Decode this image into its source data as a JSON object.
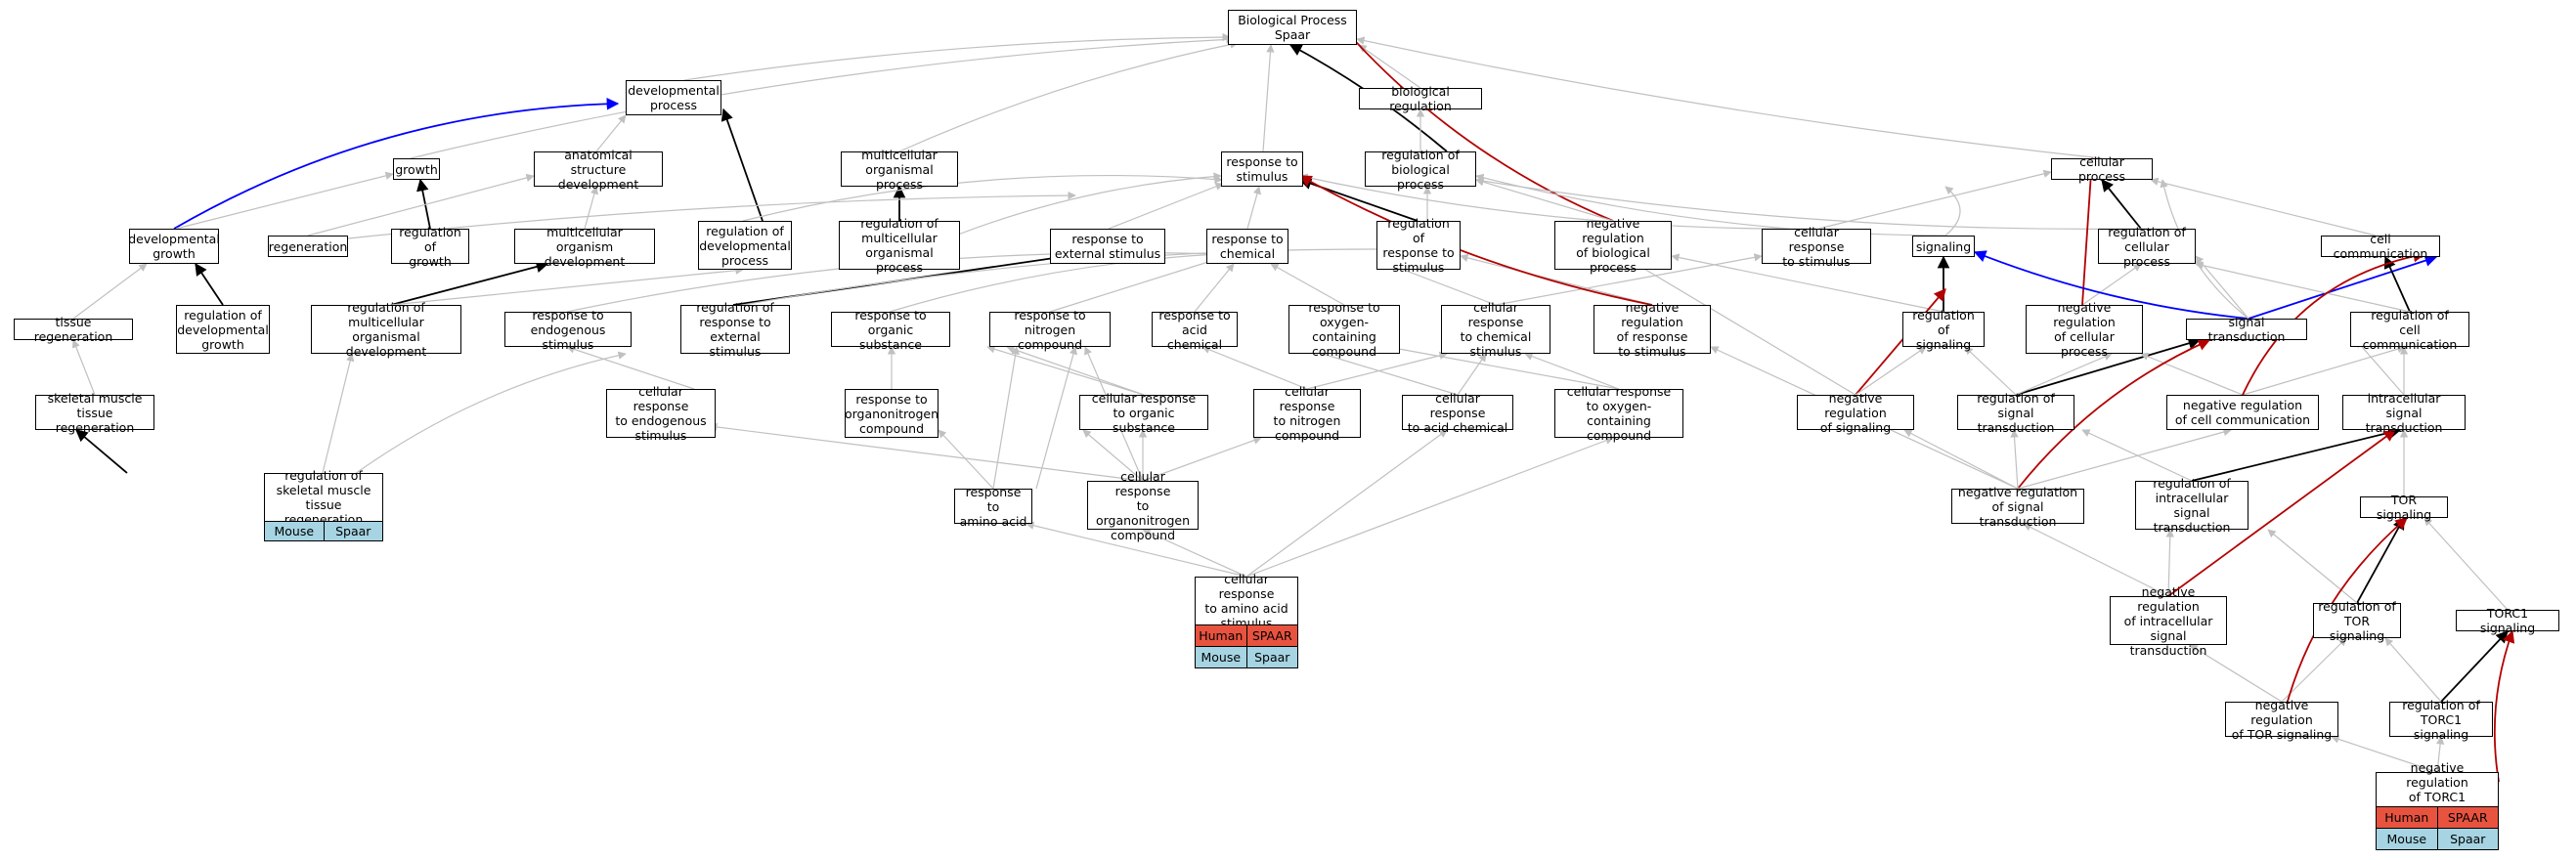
{
  "colors": {
    "human": "#e8533f",
    "mouse": "#a6d4e3",
    "edge_gray": "#c0c0c0",
    "edge_black": "#000000",
    "edge_blue": "#0000ff",
    "edge_red": "#b30000"
  },
  "nodes": {
    "bp": "Biological Process\nSpaar",
    "dev_process": "developmental\nprocess",
    "bio_reg": "biological regulation",
    "growth": "growth",
    "anat_dev": "anatomical structure\ndevelopment",
    "multi_proc": "multicellular\norganismal process",
    "resp_stim": "response to\nstimulus",
    "reg_bio": "regulation of\nbiological process",
    "cell_proc": "cellular process",
    "dev_growth": "developmental\ngrowth",
    "regeneration": "regeneration",
    "reg_growth": "regulation of\ngrowth",
    "multi_dev": "multicellular\norganism development",
    "reg_dev_proc": "regulation of\ndevelopmental\nprocess",
    "reg_multi_proc": "regulation of\nmulticellular\norganismal process",
    "resp_ext": "response to\nexternal stimulus",
    "resp_chem": "response to\nchemical",
    "reg_resp_stim": "regulation of\nresponse to\nstimulus",
    "neg_reg_bio": "negative regulation\nof biological\nprocess",
    "cell_resp_stim": "cellular response\nto stimulus",
    "signaling": "signaling",
    "reg_cell_proc": "regulation of\ncellular process",
    "cell_comm": "cell communication",
    "tissue_regen": "tissue regeneration",
    "reg_dev_growth": "regulation of\ndevelopmental\ngrowth",
    "reg_multi_dev": "regulation of\nmulticellular\norganismal development",
    "resp_endo": "response to\nendogenous stimulus",
    "reg_resp_ext": "regulation of\nresponse to\nexternal stimulus",
    "resp_org_sub": "response to\norganic substance",
    "resp_nitro": "response to\nnitrogen compound",
    "resp_acid": "response to\nacid chemical",
    "resp_oxy": "response to\noxygen-containing\ncompound",
    "cell_resp_chem": "cellular response\nto chemical\nstimulus",
    "neg_reg_resp": "negative regulation\nof response\nto stimulus",
    "reg_signaling": "regulation of\nsignaling",
    "neg_reg_cell_proc": "negative regulation\nof cellular\nprocess",
    "sig_trans": "signal transduction",
    "reg_cell_comm": "regulation of\ncell communication",
    "skm_regen": "skeletal muscle\ntissue regeneration",
    "cell_resp_endo": "cellular response\nto endogenous\nstimulus",
    "resp_organo": "response to\norganonitrogen\ncompound",
    "cell_resp_org": "cellular response\nto organic substance",
    "cell_resp_nitro": "cellular response\nto nitrogen\ncompound",
    "cell_resp_acid": "cellular response\nto acid chemical",
    "cell_resp_oxy": "cellular response\nto oxygen-containing\ncompound",
    "neg_reg_sig": "negative regulation\nof signaling",
    "reg_sig_trans": "regulation of\nsignal transduction",
    "neg_reg_cell_comm": "negative regulation\nof cell communication",
    "intra_sig": "intracellular\nsignal transduction",
    "reg_skm": "regulation of\nskeletal muscle\ntissue regeneration",
    "resp_aa": "response to\namino acid",
    "cell_resp_organo": "cellular response\nto organonitrogen\ncompound",
    "neg_reg_sig_trans": "negative regulation\nof signal transduction",
    "reg_intra": "regulation of\nintracellular\nsignal transduction",
    "tor": "TOR signaling",
    "cell_resp_aa": "cellular response\nto amino acid\nstimulus",
    "neg_reg_intra": "negative regulation\nof intracellular\nsignal transduction",
    "reg_tor": "regulation of\nTOR signaling",
    "torc1": "TORC1 signaling",
    "neg_reg_tor": "negative regulation\nof TOR signaling",
    "reg_torc1": "regulation of\nTORC1 signaling",
    "neg_reg_torc1": "negative regulation\nof TORC1 signaling"
  },
  "tags": {
    "human": "Human",
    "spaar_upper": "SPAAR",
    "mouse": "Mouse",
    "spaar": "Spaar"
  }
}
